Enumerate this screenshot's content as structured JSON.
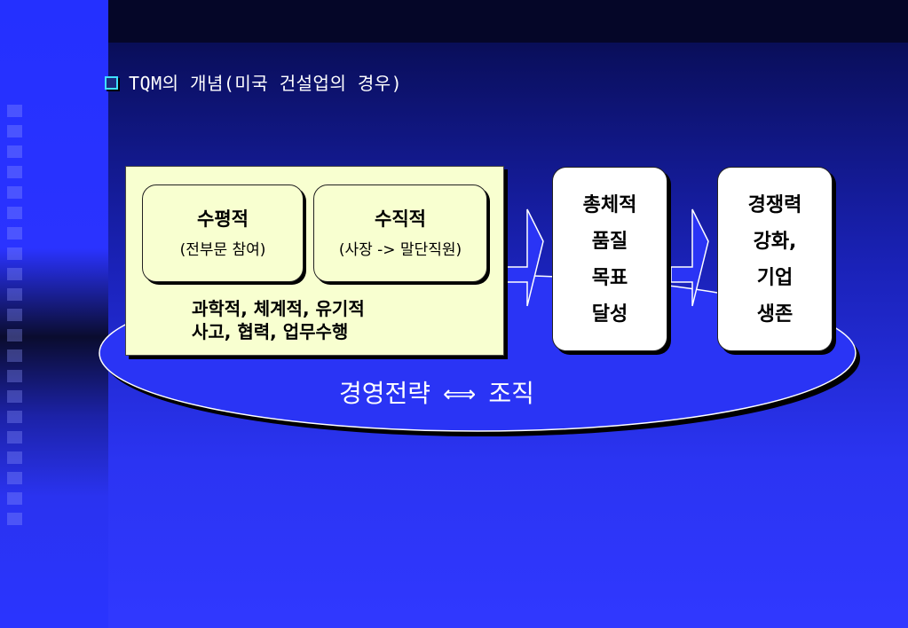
{
  "title": "TQM의 개념(미국 건설업의 경우)",
  "left_panel": {
    "horizontal": {
      "heading": "수평적",
      "sub": "(전부문 참여)"
    },
    "vertical": {
      "heading": "수직적",
      "sub": "(사장 -> 말단직원)"
    },
    "desc_line1": "과학적, 체계적, 유기적",
    "desc_line2": "사고, 협력, 업무수행"
  },
  "goal_box": {
    "lines": [
      "총체적",
      "품질",
      "목표",
      "달성"
    ]
  },
  "result_box": {
    "lines": [
      "경쟁력",
      "강화,",
      "기업",
      "생존"
    ]
  },
  "base": {
    "left": "경영전략",
    "arrow": "⟺",
    "right": "조직"
  },
  "colors": {
    "box_fill": "#f8ffd0",
    "ellipse_fill": "#2a34f5",
    "accent": "#40e0ff"
  }
}
